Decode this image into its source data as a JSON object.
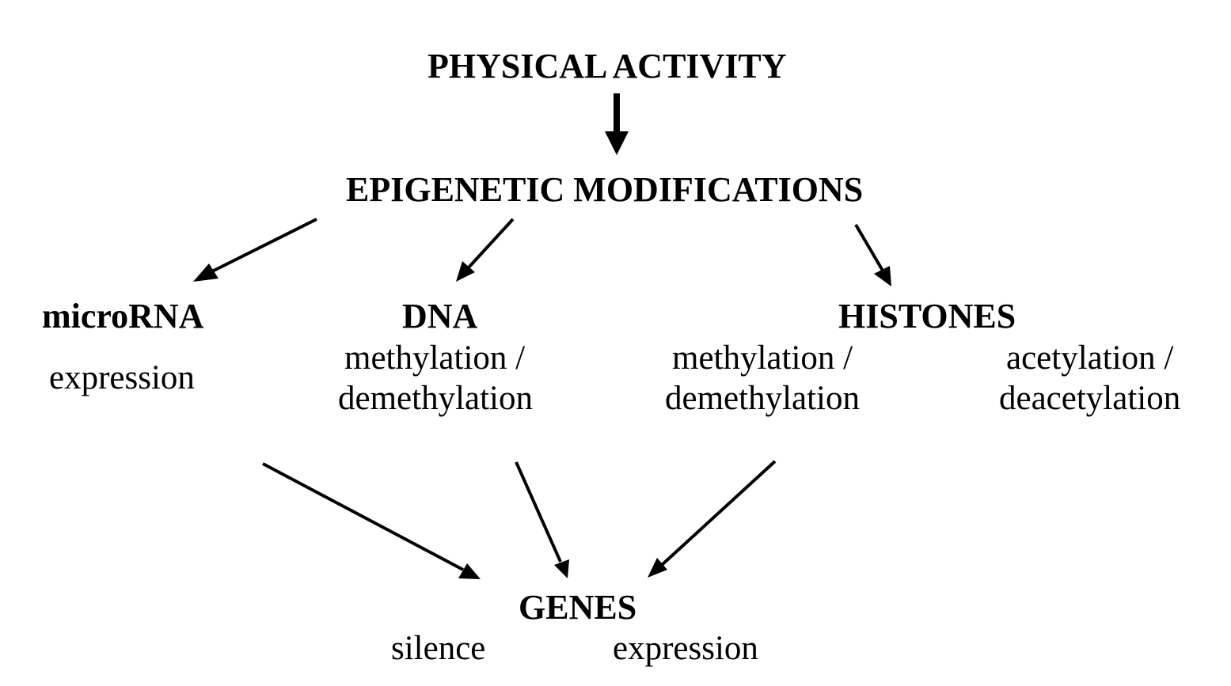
{
  "diagram": {
    "root": {
      "label": "PHYSICAL ACTIVITY"
    },
    "middle": {
      "label": "EPIGENETIC MODIFICATIONS"
    },
    "branches": {
      "microrna": {
        "label": "microRNA",
        "detail": "expression"
      },
      "dna": {
        "label": "DNA",
        "detail_line1": "methylation /",
        "detail_line2": "demethylation"
      },
      "histones": {
        "label": "HISTONES",
        "methylation_line1": "methylation /",
        "methylation_line2": "demethylation",
        "acetylation_line1": "acetylation /",
        "acetylation_line2": "deacetylation"
      }
    },
    "target": {
      "label": "GENES",
      "left": "silence",
      "right": "expression"
    },
    "edges": [
      {
        "from": "PHYSICAL ACTIVITY",
        "to": "EPIGENETIC MODIFICATIONS"
      },
      {
        "from": "EPIGENETIC MODIFICATIONS",
        "to": "microRNA"
      },
      {
        "from": "EPIGENETIC MODIFICATIONS",
        "to": "DNA"
      },
      {
        "from": "EPIGENETIC MODIFICATIONS",
        "to": "HISTONES"
      },
      {
        "from": "microRNA",
        "to": "GENES"
      },
      {
        "from": "DNA",
        "to": "GENES"
      },
      {
        "from": "HISTONES",
        "to": "GENES"
      }
    ],
    "colors": {
      "ink": "#000000",
      "background": "#ffffff"
    }
  }
}
